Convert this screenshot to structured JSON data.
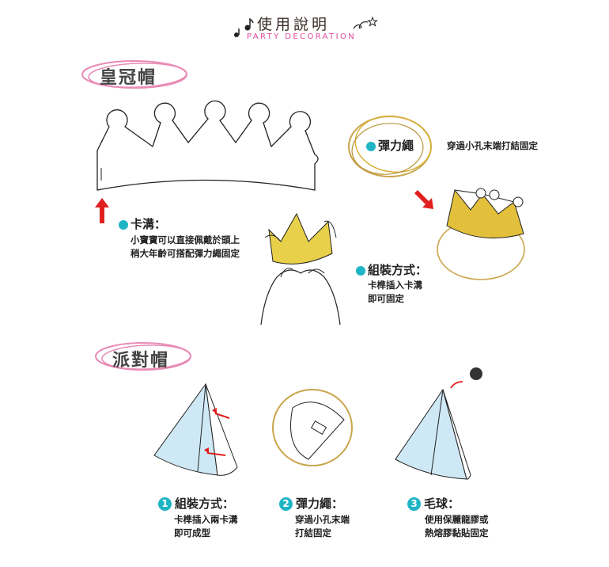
{
  "header": {
    "title": "使用說明",
    "subtitle": "PARTY DECORATION"
  },
  "crown": {
    "section_title": "皇冠帽",
    "slot": {
      "label": "卡溝：",
      "desc": [
        "小寶寶可以直接佩戴於頭上",
        "稍大年齡可搭配彈力繩固定"
      ]
    },
    "elastic": {
      "label": "彈力繩",
      "desc": "穿過小孔末端打結固定"
    },
    "assembly": {
      "label": "組裝方式：",
      "desc": [
        "卡榫插入卡溝",
        "即可固定"
      ]
    }
  },
  "party_hat": {
    "section_title": "派對帽",
    "steps": [
      {
        "number": "1",
        "label": "組裝方式：",
        "desc": [
          "卡榫插入兩卡溝",
          "即可成型"
        ]
      },
      {
        "number": "2",
        "label": "彈力繩：",
        "desc": [
          "穿過小孔末端",
          "打結固定"
        ]
      },
      {
        "number": "3",
        "label": "毛球：",
        "desc": [
          "使用保麗龍膠或",
          "熱熔膠黏貼固定"
        ]
      }
    ]
  },
  "colors": {
    "accent": "#1fb5c4",
    "pink": "#e98bb5",
    "gold": "#d9b23a",
    "red": "#e0201e",
    "hat_blue": "#cfe8f6"
  }
}
